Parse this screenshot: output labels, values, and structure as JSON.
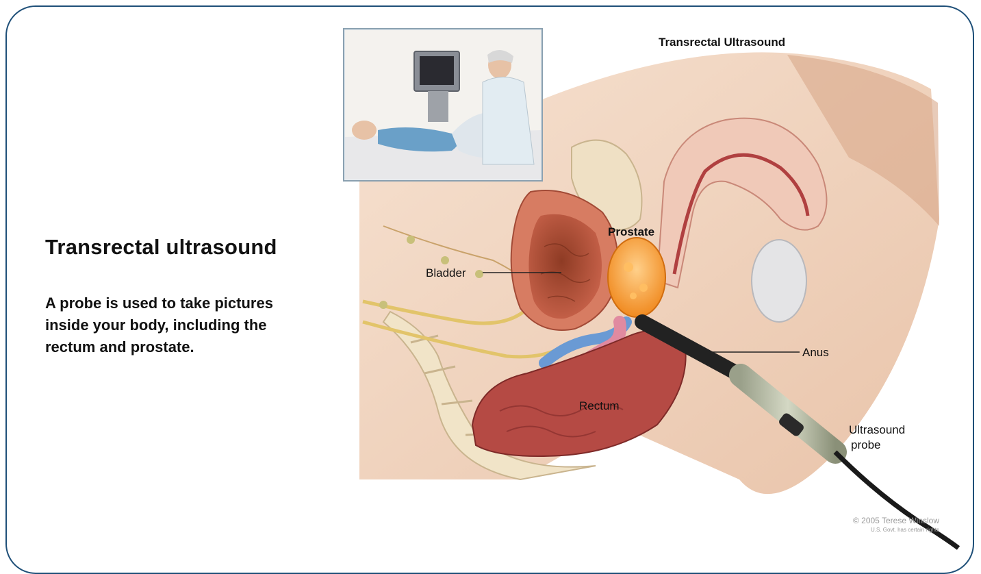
{
  "slide": {
    "heading": "Transrectal ultrasound",
    "description": "A probe is used to take pictures inside your body, including the rectum and prostate."
  },
  "figure": {
    "title": "Transrectal Ultrasound",
    "labels": {
      "prostate": "Prostate",
      "bladder": "Bladder",
      "anus": "Anus",
      "rectum": "Rectum",
      "probe_line1": "Ultrasound",
      "probe_line2": "probe"
    },
    "credit_line1": "© 2005 Terese Winslow",
    "credit_line2": "U.S. Govt. has certain rights"
  },
  "colors": {
    "frame_border": "#1e4f78",
    "skin": "#f3d9c4",
    "bladder": "#b8503e",
    "prostate": "#f4a13a",
    "rectum": "#a83e3a",
    "probe": "#2a2a2a"
  }
}
